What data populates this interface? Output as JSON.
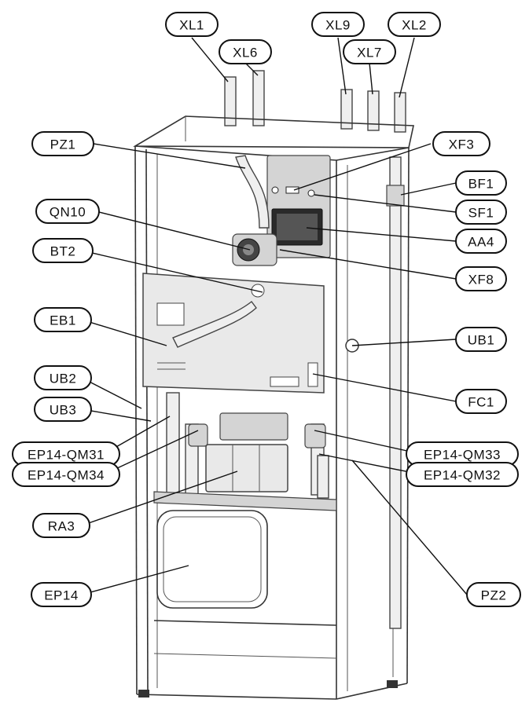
{
  "diagram": {
    "labels": [
      {
        "id": "xl1",
        "text": "XL1"
      },
      {
        "id": "xl6",
        "text": "XL6"
      },
      {
        "id": "xl9",
        "text": "XL9"
      },
      {
        "id": "xl2",
        "text": "XL2"
      },
      {
        "id": "xl7",
        "text": "XL7"
      },
      {
        "id": "pz1",
        "text": "PZ1"
      },
      {
        "id": "xf3",
        "text": "XF3"
      },
      {
        "id": "bf1",
        "text": "BF1"
      },
      {
        "id": "sf1",
        "text": "SF1"
      },
      {
        "id": "qn10",
        "text": "QN10"
      },
      {
        "id": "aa4",
        "text": "AA4"
      },
      {
        "id": "bt2",
        "text": "BT2"
      },
      {
        "id": "xf8",
        "text": "XF8"
      },
      {
        "id": "eb1",
        "text": "EB1"
      },
      {
        "id": "ub1",
        "text": "UB1"
      },
      {
        "id": "ub2",
        "text": "UB2"
      },
      {
        "id": "fc1",
        "text": "FC1"
      },
      {
        "id": "ub3",
        "text": "UB3"
      },
      {
        "id": "ep14_qm31",
        "text": "EP14-QM31"
      },
      {
        "id": "ep14_qm33",
        "text": "EP14-QM33"
      },
      {
        "id": "ep14_qm34",
        "text": "EP14-QM34"
      },
      {
        "id": "ep14_qm32",
        "text": "EP14-QM32"
      },
      {
        "id": "ra3",
        "text": "RA3"
      },
      {
        "id": "ep14",
        "text": "EP14"
      },
      {
        "id": "pz2",
        "text": "PZ2"
      }
    ]
  }
}
